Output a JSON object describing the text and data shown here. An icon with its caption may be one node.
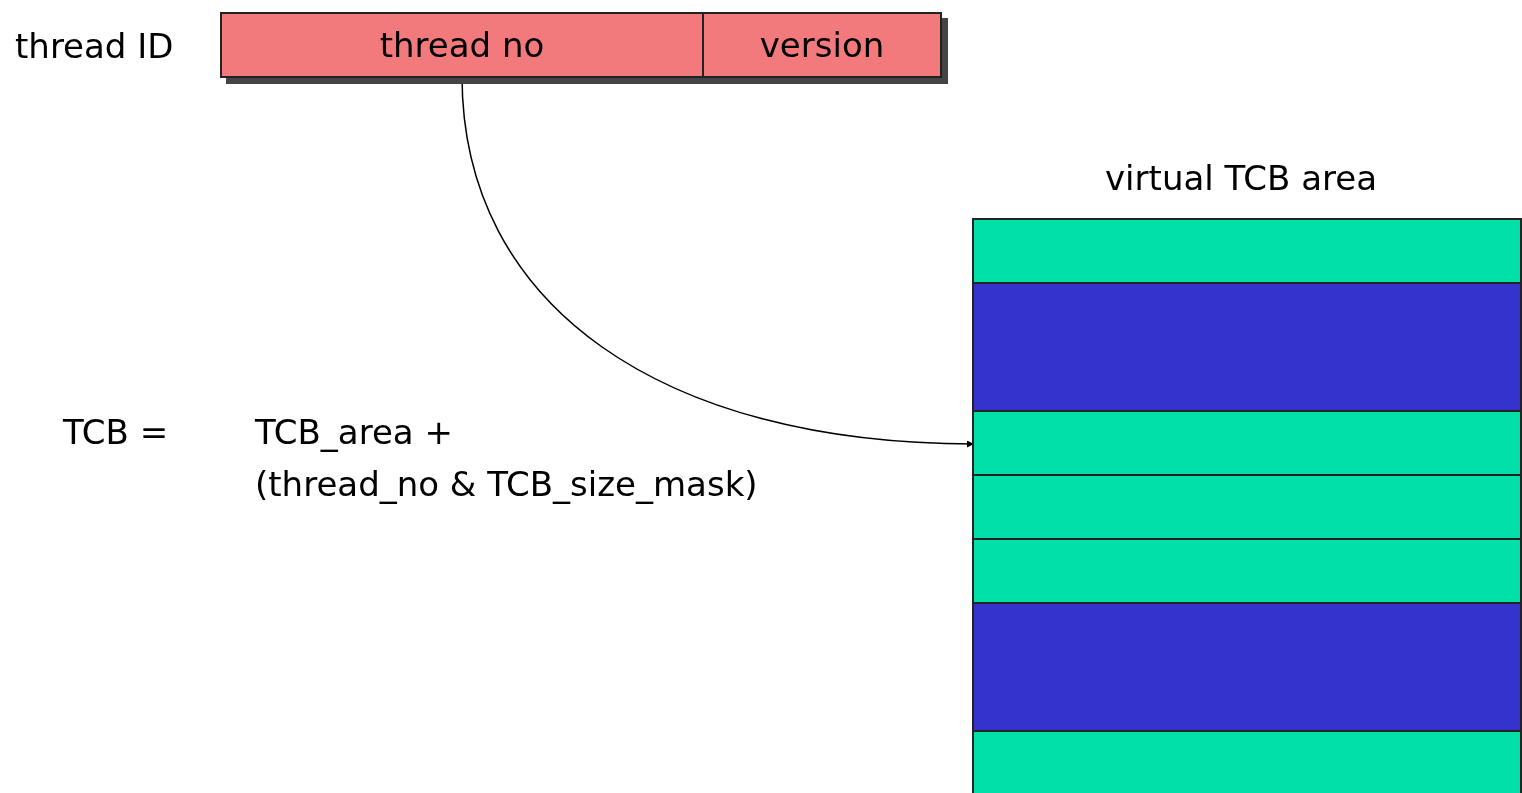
{
  "diagram": {
    "nodes": [
      {
        "text": [
          "thread ID"
        ]
      },
      {
        "text": [
          "thread no"
        ],
        "in": 0
      },
      {
        "text": [
          "version"
        ],
        "in": 0
      },
      {
        "text": [
          "virtual TCB area"
        ]
      },
      {
        "text": [],
        "shape": "bar",
        "in": 3
      },
      {
        "text": [],
        "shape": "bar",
        "in": 3
      },
      {
        "text": [],
        "shape": "bar",
        "in": 3
      },
      {
        "text": [],
        "shape": "bar",
        "in": 3
      },
      {
        "text": [],
        "shape": "bar",
        "in": 3
      },
      {
        "text": [],
        "shape": "bar",
        "in": 3
      },
      {
        "text": [],
        "shape": "bar",
        "in": 3
      }
    ],
    "edges": [
      {
        "from": 1,
        "to": 6,
        "arrow": "to"
      }
    ],
    "labels": [
      "TCB =",
      "TCB_area +",
      "(thread_no & TCB_size_mask)"
    ]
  }
}
